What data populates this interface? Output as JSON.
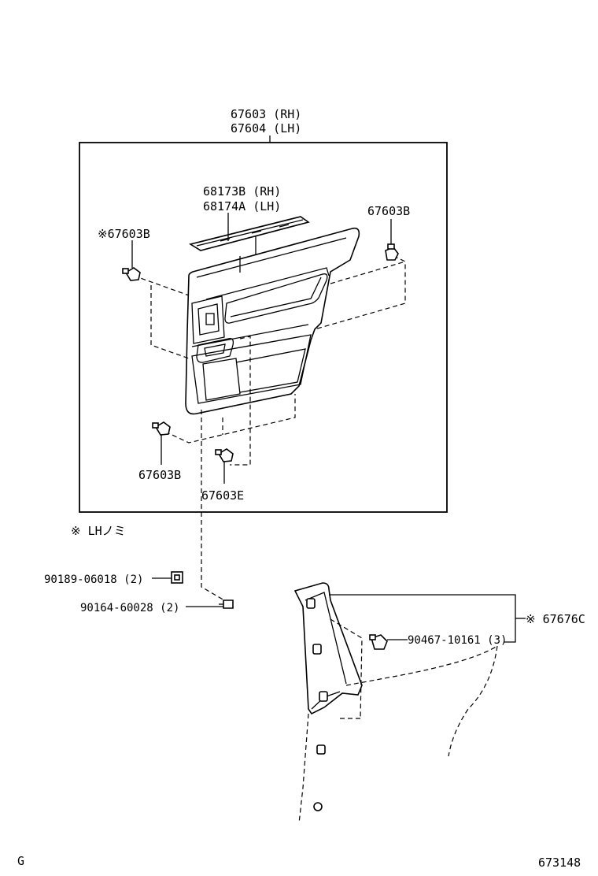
{
  "labels": {
    "panel_rh": "67603 (RH)",
    "panel_lh": "67604 (LH)",
    "weather_rh": "68173B (RH)",
    "weather_lh": "68174A (LH)",
    "clip_top_right": "67603B",
    "clip_top_left": "※67603B",
    "clip_bottom_left": "67603B",
    "clip_bottom_mid": "67603E",
    "note_lh_only": "※ LHノミ",
    "part_90189": "90189-06018 (2)",
    "part_90164": "90164-60028 (2)",
    "part_90467": "90467-10161 (3)",
    "part_67676c": "※ 67676C",
    "corner_g": "G",
    "diagram_number": "673148"
  },
  "icons": {
    "clip": "push-clip-icon",
    "screw": "screw-icon",
    "nut": "nut-icon"
  }
}
